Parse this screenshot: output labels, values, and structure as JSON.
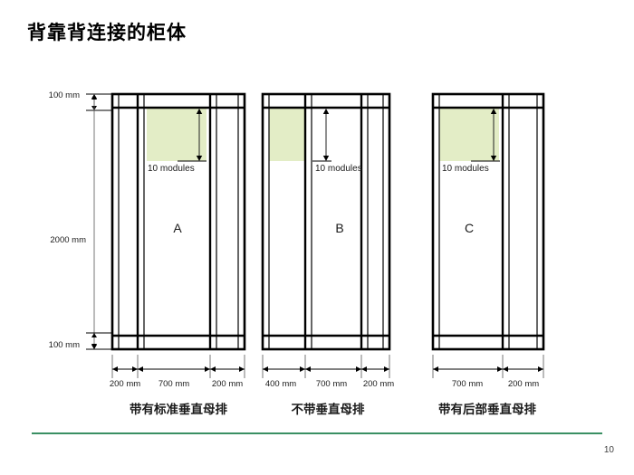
{
  "slide": {
    "title": "背靠背连接的柜体",
    "page_number": "10",
    "accent_color": "#3a8f63"
  },
  "diagram": {
    "module_block_color": "#e3edc6",
    "line_color": "#000000",
    "vertical_dimensions": {
      "top": "100 mm",
      "middle": "2000 mm",
      "bottom": "100 mm"
    },
    "module_label": "10 modules",
    "cabinets": [
      {
        "letter": "A",
        "caption": "带有标准垂直母排",
        "module_label": "10 modules",
        "widths": [
          "200 mm",
          "700 mm",
          "200 mm"
        ]
      },
      {
        "letter": "B",
        "caption": "不带垂直母排",
        "module_label": "10 modules",
        "widths": [
          "400 mm",
          "700 mm",
          "200 mm"
        ]
      },
      {
        "letter": "C",
        "caption": "带有后部垂直母排",
        "module_label": "10 modules",
        "widths": [
          "700 mm",
          "200 mm"
        ]
      }
    ]
  }
}
